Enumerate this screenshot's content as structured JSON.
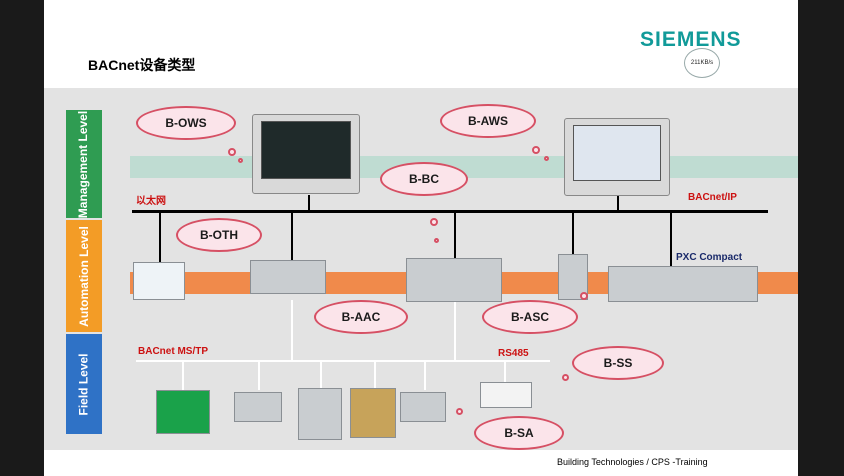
{
  "title": "BACnet设备类型",
  "brand": "SIEMENS",
  "badge_text": "211KB/s",
  "footer": "Building Technologies  / CPS -Training",
  "levels": {
    "management": "Management Level",
    "automation": "Automation Level",
    "field": "Field Level"
  },
  "network_labels": {
    "ethernet": "以太网",
    "bacnet_ip": "BACnet/IP",
    "ms_tp": "BACnet MS/TP",
    "rs485": "RS485",
    "pxc_compact": "PXC Compact"
  },
  "device_types": {
    "ows": "B-OWS",
    "aws": "B-AWS",
    "bc": "B-BC",
    "oth": "B-OTH",
    "aac": "B-AAC",
    "asc": "B-ASC",
    "ss": "B-SS",
    "sa": "B-SA"
  },
  "colors": {
    "management": "#2f9c52",
    "automation": "#f39c26",
    "field": "#2f72c6",
    "brand": "#119a99",
    "cloud_border": "#d65064",
    "red_label": "#cc1111",
    "blue_label": "#1a2a6a"
  }
}
